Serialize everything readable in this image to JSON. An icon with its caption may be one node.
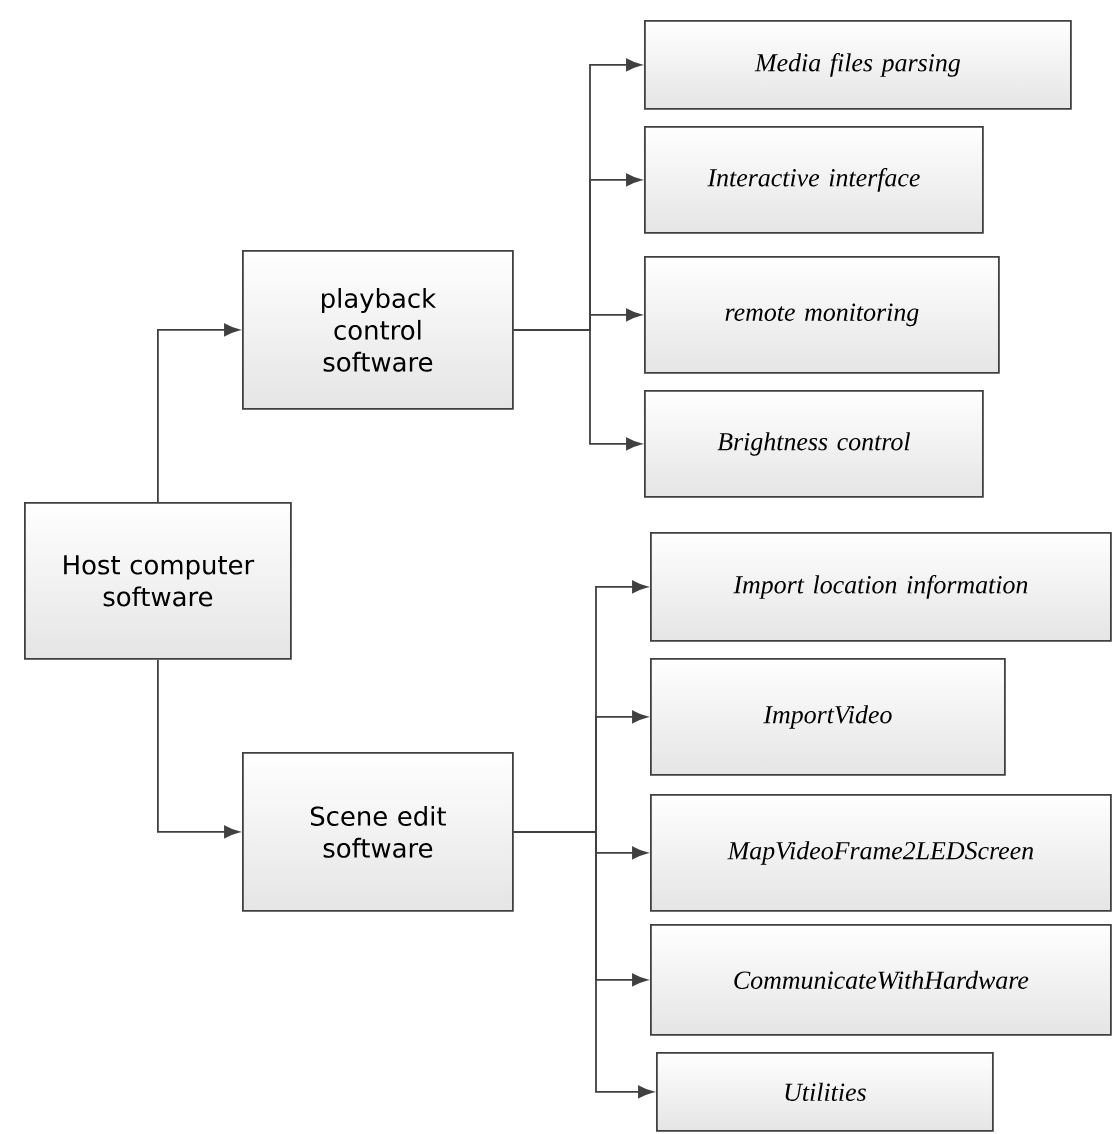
{
  "diagram": {
    "nodes": [
      {
        "text": [
          "Host computer software"
        ]
      },
      {
        "text": [
          "playback control software"
        ]
      },
      {
        "text": [
          "Scene edit software"
        ]
      },
      {
        "text": [
          "Media files parsing"
        ]
      },
      {
        "text": [
          "Interactive interface"
        ]
      },
      {
        "text": [
          "remote monitoring"
        ]
      },
      {
        "text": [
          "Brightness control"
        ]
      },
      {
        "text": [
          "Import location information"
        ]
      },
      {
        "text": [
          "ImportVideo"
        ]
      },
      {
        "text": [
          "MapVideoFrame2LEDScreen"
        ]
      },
      {
        "text": [
          "CommunicateWithHardware"
        ]
      },
      {
        "text": [
          "Utilities"
        ]
      }
    ],
    "edges": [
      {
        "from": 0,
        "to": 1,
        "arrow": "to"
      },
      {
        "from": 0,
        "to": 2,
        "arrow": "to"
      },
      {
        "from": 1,
        "to": 3,
        "arrow": "to"
      },
      {
        "from": 1,
        "to": 4,
        "arrow": "to"
      },
      {
        "from": 1,
        "to": 5,
        "arrow": "to"
      },
      {
        "from": 1,
        "to": 6,
        "arrow": "to"
      },
      {
        "from": 2,
        "to": 7,
        "arrow": "to"
      },
      {
        "from": 2,
        "to": 8,
        "arrow": "to"
      },
      {
        "from": 2,
        "to": 9,
        "arrow": "to"
      },
      {
        "from": 2,
        "to": 10,
        "arrow": "to"
      },
      {
        "from": 2,
        "to": 11,
        "arrow": "to"
      }
    ]
  }
}
